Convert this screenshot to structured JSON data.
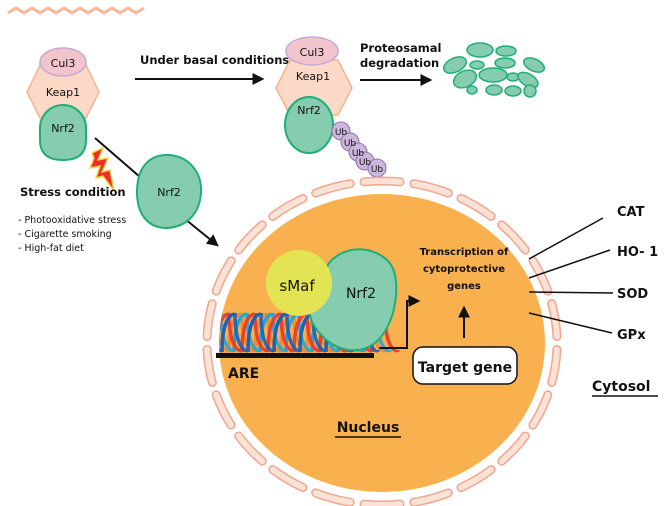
{
  "colors": {
    "cul3_fill": "#f2c4cc",
    "cul3_stroke": "#c7a8d8",
    "keap1_fill": "#fbd9c6",
    "keap1_stroke": "#f6b28e",
    "nrf2_fill": "#86cdb0",
    "nrf2_stroke": "#1fae77",
    "ub_fill": "#cdb7dc",
    "ub_stroke": "#8e72a8",
    "nucleus_fill": "#f8b14e",
    "envelope_fill": "#fbe2d6",
    "envelope_stroke": "#f2a58f",
    "smaf_fill": "#e2e454",
    "dna_red": "#e8412f",
    "dna_blue": "#1d62b8",
    "dna_cyan": "#1fa8d8",
    "dna_orange": "#f48b2a",
    "lightning_fill": "#ef2b2b",
    "lightning_stroke": "#f6d23a",
    "wave_color": "#f8b89a"
  },
  "basal_complex": {
    "cul3": "Cul3",
    "keap1": "Keap1",
    "nrf2": "Nrf2"
  },
  "ub_complex": {
    "cul3": "Cul3",
    "keap1": "Keap1",
    "nrf2": "Nrf2",
    "ub_labels": [
      "Ub",
      "Ub",
      "Ub",
      "Ub",
      "Ub"
    ]
  },
  "arrows": {
    "basal_label": "Under basal conditions",
    "degradation_label_line1": "Proteosamal",
    "degradation_label_line2": "degradation"
  },
  "free_nrf2": "Nrf2",
  "stress": {
    "title": "Stress condition",
    "items": [
      "- Photooxidative stress",
      "- Cigarette smoking",
      "- High-fat diet"
    ]
  },
  "nucleus": {
    "smaf": "sMaf",
    "nrf2": "Nrf2",
    "are": "ARE",
    "transcription_line1": "Transcription of",
    "transcription_line2": "cytoprotective",
    "transcription_line3": "genes",
    "target_gene": "Target gene",
    "label": "Nucleus"
  },
  "enzymes": [
    "CAT",
    "HO- 1",
    "SOD",
    "GPx"
  ],
  "cytosol_label": "Cytosol"
}
